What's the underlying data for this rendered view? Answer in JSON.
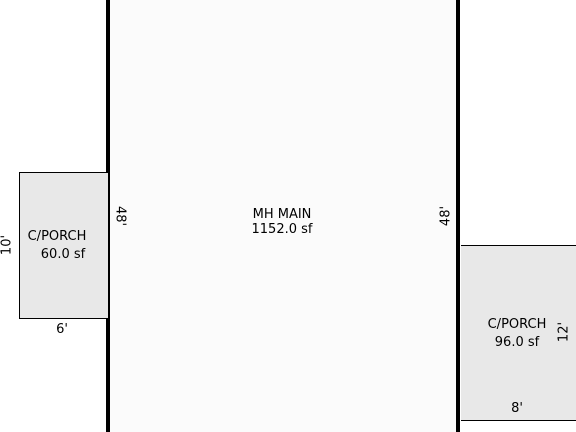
{
  "rooms": {
    "main": {
      "name": "MH MAIN",
      "area": "1152.0 sf",
      "left_dim": "48'",
      "right_dim": "48'"
    },
    "porch_left": {
      "name": "C/PORCH",
      "area": "60.0 sf",
      "height_dim": "10'",
      "width_dim": "6'"
    },
    "porch_right": {
      "name": "C/PORCH",
      "area": "96.0 sf",
      "height_dim": "12'",
      "width_dim": "8'"
    }
  },
  "colors": {
    "wall": "#000000",
    "porch_fill": "#e8e8e8",
    "main_fill": "#fbfbfb"
  }
}
